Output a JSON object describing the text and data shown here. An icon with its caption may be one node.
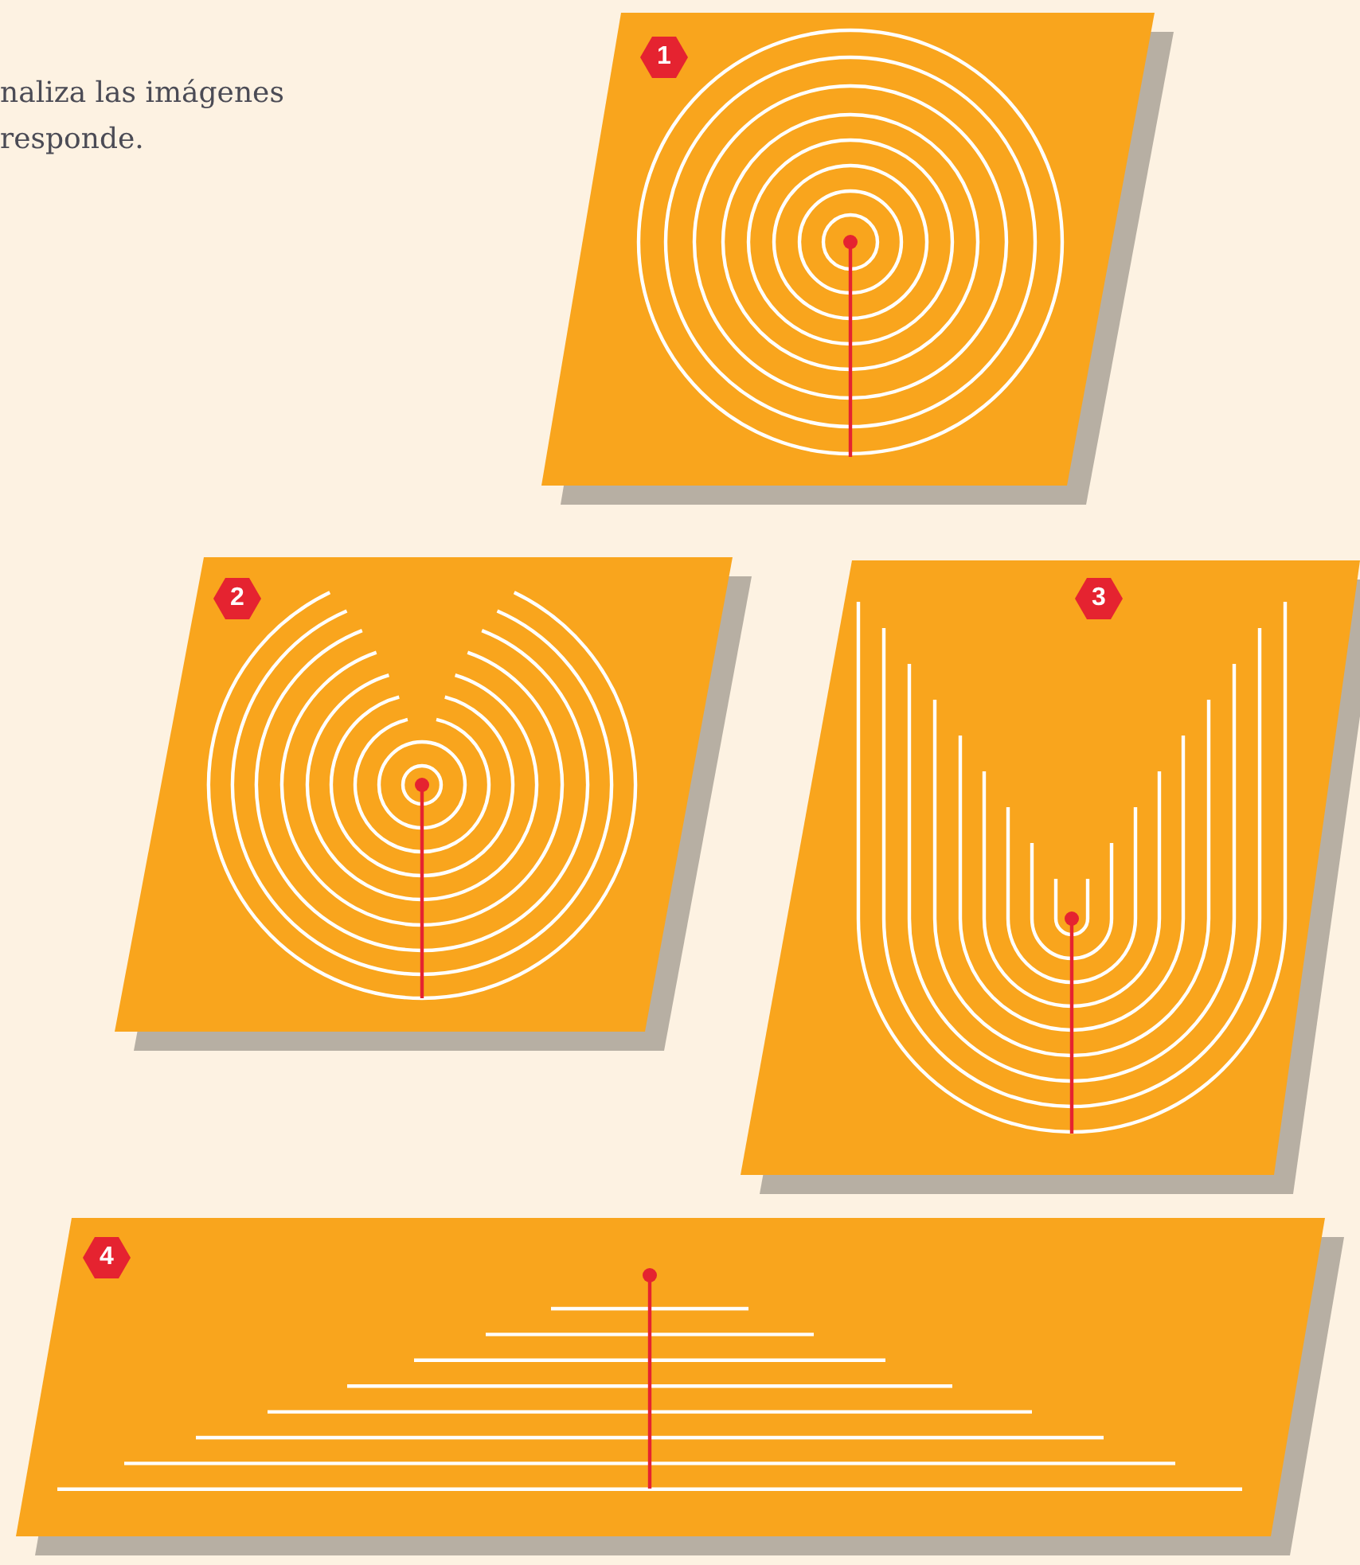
{
  "diagram": {
    "labels": [
      "naliza las imágenes responde.",
      "1",
      "2",
      "3",
      "4"
    ]
  }
}
